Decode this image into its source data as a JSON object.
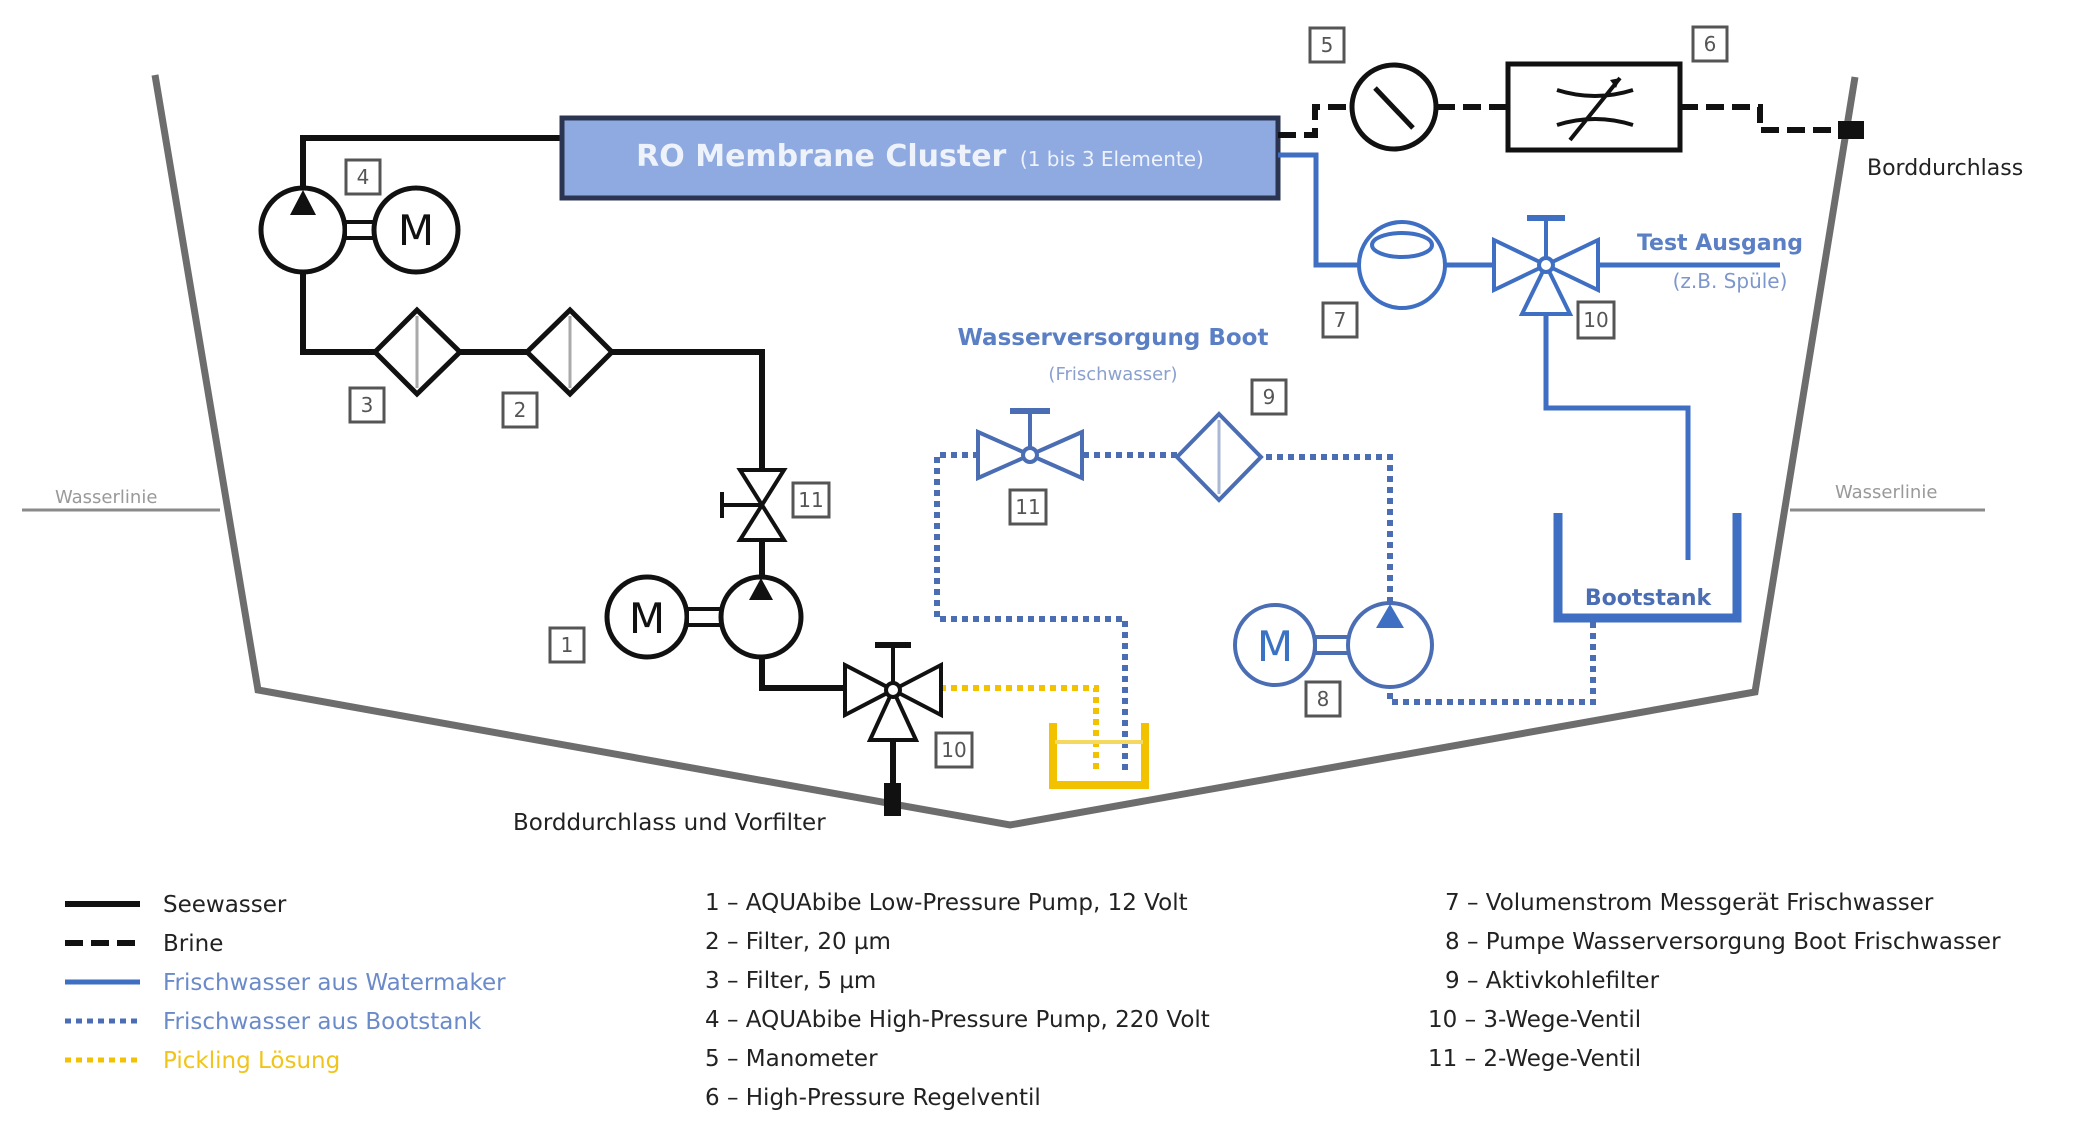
{
  "title": "Watermaker Installation Schema",
  "colors": {
    "seawater": "#111111",
    "brine": "#111111",
    "freshwater": "#3f6fc2",
    "freshwater_text": "#5a7fc4",
    "pickling": "#f2c200",
    "hull": "#6d6d6d",
    "membrane_fill": "#8eaae0",
    "membrane_border": "#2b3552",
    "label_gray": "#555555"
  },
  "membrane": {
    "title": "RO Membrane Cluster",
    "subtitle": "(1 bis 3 Elemente)"
  },
  "labels": {
    "waterline_left": "Wasserlinie",
    "waterline_right": "Wasserlinie",
    "outlet_top": "Borddurchlass",
    "intake": "Borddurchlass und Vorfilter",
    "test_output_line1": "Test Ausgang",
    "test_output_line2": "(z.B. Spüle)",
    "boat_supply_line1": "Wasserversorgung Boot",
    "boat_supply_line2": "(Frischwasser)",
    "boat_tank": "Bootstank"
  },
  "symbols": {
    "motor_letter": "M"
  },
  "component_tags": {
    "pump_low": "1",
    "filter_20": "2",
    "filter_5": "3",
    "pump_high": "4",
    "manometer": "5",
    "regulator": "6",
    "flowmeter": "7",
    "pump_supply": "8",
    "carbon_filter": "9",
    "valve3_intake": "10",
    "valve3_output": "10",
    "valve2_seawater": "11",
    "valve2_supply": "11"
  },
  "legend": [
    {
      "style": "solid-black",
      "label": "Seewasser"
    },
    {
      "style": "dashed-black",
      "label": "Brine"
    },
    {
      "style": "solid-blue",
      "label": "Frischwasser aus Watermaker"
    },
    {
      "style": "dotted-blue",
      "label": "Frischwasser aus Bootstank"
    },
    {
      "style": "dotted-yellow",
      "label": "Pickling Lösung"
    }
  ],
  "parts_col1": [
    "1 – AQUAbibe Low-Pressure Pump, 12 Volt",
    "2 – Filter, 20 µm",
    "3 – Filter, 5 µm",
    "4 – AQUAbibe High-Pressure Pump, 220 Volt",
    "5 – Manometer",
    "6 – High-Pressure Regelventil"
  ],
  "parts_col2": [
    "7 – Volumenstrom Messgerät Frischwasser",
    "8 – Pumpe Wasserversorgung Boot Frischwasser",
    "9 – Aktivkohlefilter",
    "10 – 3-Wege-Ventil",
    "11 – 2-Wege-Ventil"
  ]
}
